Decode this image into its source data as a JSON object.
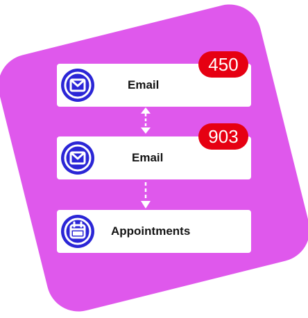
{
  "cards": [
    {
      "label": "Email",
      "icon": "envelope-icon",
      "badge": "450"
    },
    {
      "label": "Email",
      "icon": "envelope-icon",
      "badge": "903"
    },
    {
      "label": "Appointments",
      "icon": "calendar-icon"
    }
  ],
  "colors": {
    "background_blob": "#df58ec",
    "icon_circle": "#2b26d6",
    "badge": "#e60012",
    "card": "#ffffff"
  },
  "connectors": [
    "double-arrow-vertical",
    "dashed-arrow-down"
  ]
}
